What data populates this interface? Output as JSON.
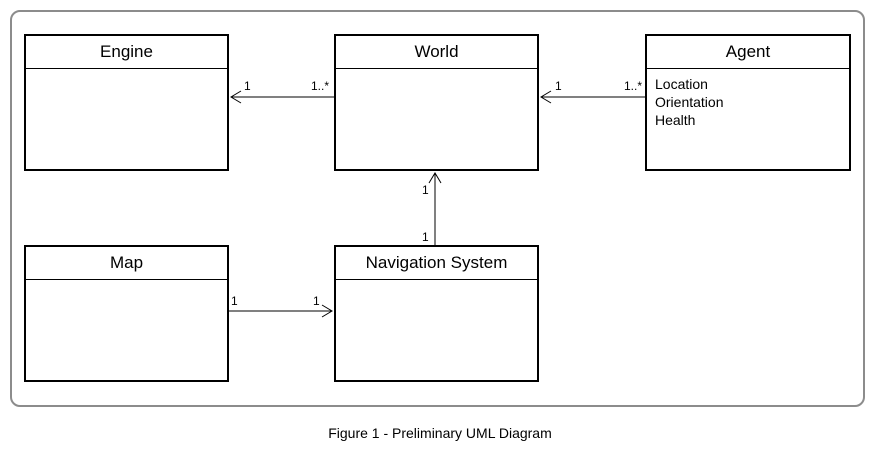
{
  "classes": {
    "engine": {
      "name": "Engine",
      "attributes": []
    },
    "world": {
      "name": "World",
      "attributes": []
    },
    "agent": {
      "name": "Agent",
      "attributes": [
        "Location",
        "Orientation",
        "Health"
      ]
    },
    "map": {
      "name": "Map",
      "attributes": []
    },
    "nav": {
      "name": "Navigation System",
      "attributes": []
    }
  },
  "associations": [
    {
      "from": "World",
      "to": "Engine",
      "from_mult": "1..*",
      "to_mult": "1"
    },
    {
      "from": "Agent",
      "to": "World",
      "from_mult": "1..*",
      "to_mult": "1"
    },
    {
      "from": "Navigation System",
      "to": "World",
      "from_mult": "1",
      "to_mult": "1"
    },
    {
      "from": "Map",
      "to": "Navigation System",
      "from_mult": "1",
      "to_mult": "1"
    }
  ],
  "caption": "Figure 1 - Preliminary UML Diagram"
}
